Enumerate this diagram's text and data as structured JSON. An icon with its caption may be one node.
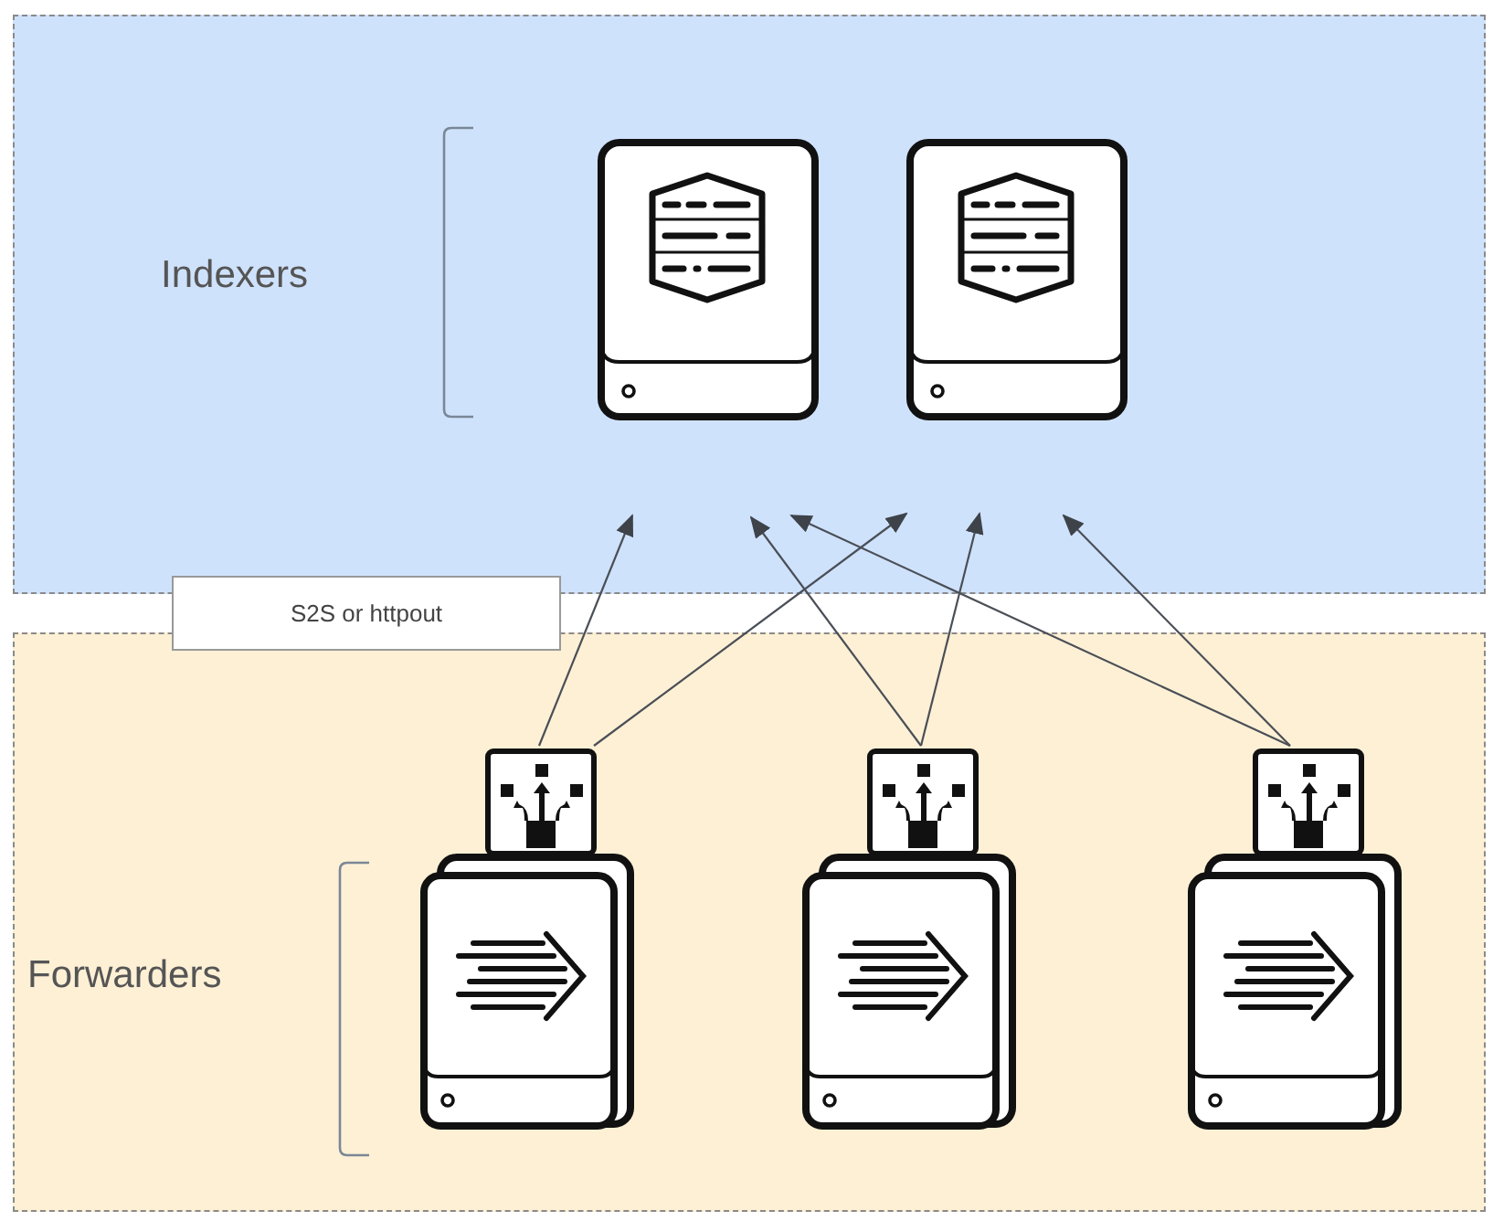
{
  "diagram": {
    "nodes": [
      {
        "text": [
          "Indexers"
        ]
      },
      {
        "text": [],
        "shape": "picture",
        "in": 0
      },
      {
        "text": [],
        "shape": "picture",
        "in": 0
      },
      {
        "text": [
          "S2S or httpout"
        ]
      },
      {
        "text": [
          "Forwarders"
        ]
      },
      {
        "text": [],
        "shape": "picture",
        "in": 4
      },
      {
        "text": [],
        "shape": "picture",
        "in": 4
      },
      {
        "text": [],
        "shape": "picture",
        "in": 4
      }
    ],
    "edges": [
      {
        "from": 5,
        "to": null,
        "arrow": "to"
      },
      {
        "from": 5,
        "to": null,
        "arrow": "to"
      },
      {
        "from": 6,
        "to": null,
        "arrow": "to"
      },
      {
        "from": 6,
        "to": null,
        "arrow": "to"
      },
      {
        "from": 7,
        "to": null,
        "arrow": "to"
      },
      {
        "from": 7,
        "to": null,
        "arrow": "to"
      }
    ]
  }
}
